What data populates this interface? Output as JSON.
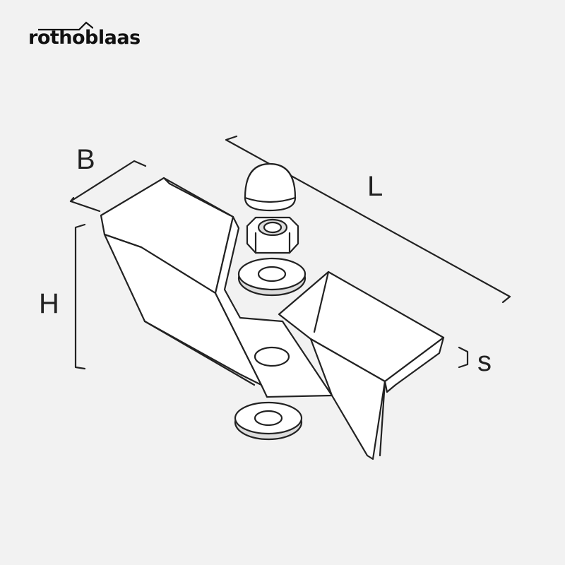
{
  "logo": {
    "text": "rothoblaas"
  },
  "dimensions": {
    "B": "B",
    "L": "L",
    "H": "H",
    "s": "s"
  }
}
